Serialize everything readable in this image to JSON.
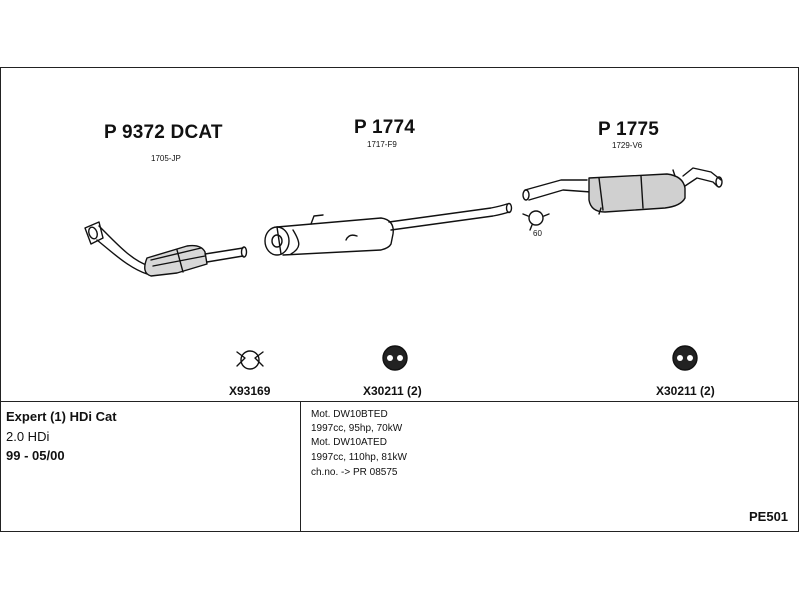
{
  "parts": [
    {
      "name": "P 9372 DCAT",
      "ref": "1705-JP"
    },
    {
      "name": "P 1774",
      "ref": "1717-F9"
    },
    {
      "name": "P 1775",
      "ref": "1729-V6"
    }
  ],
  "clamp_label": "60",
  "accessories": [
    {
      "code": "X93169"
    },
    {
      "code": "X30211 (2)"
    },
    {
      "code": "X30211 (2)"
    }
  ],
  "model": {
    "title": "Expert (1) HDi Cat",
    "engine": "2.0 HDi",
    "years": "99 - 05/00"
  },
  "specs": [
    "Mot. DW10BTED",
    "1997cc, 95hp, 70kW",
    "Mot. DW10ATED",
    "1997cc, 110hp, 81kW",
    "ch.no. -> PR 08575"
  ],
  "catalog_code": "PE501"
}
